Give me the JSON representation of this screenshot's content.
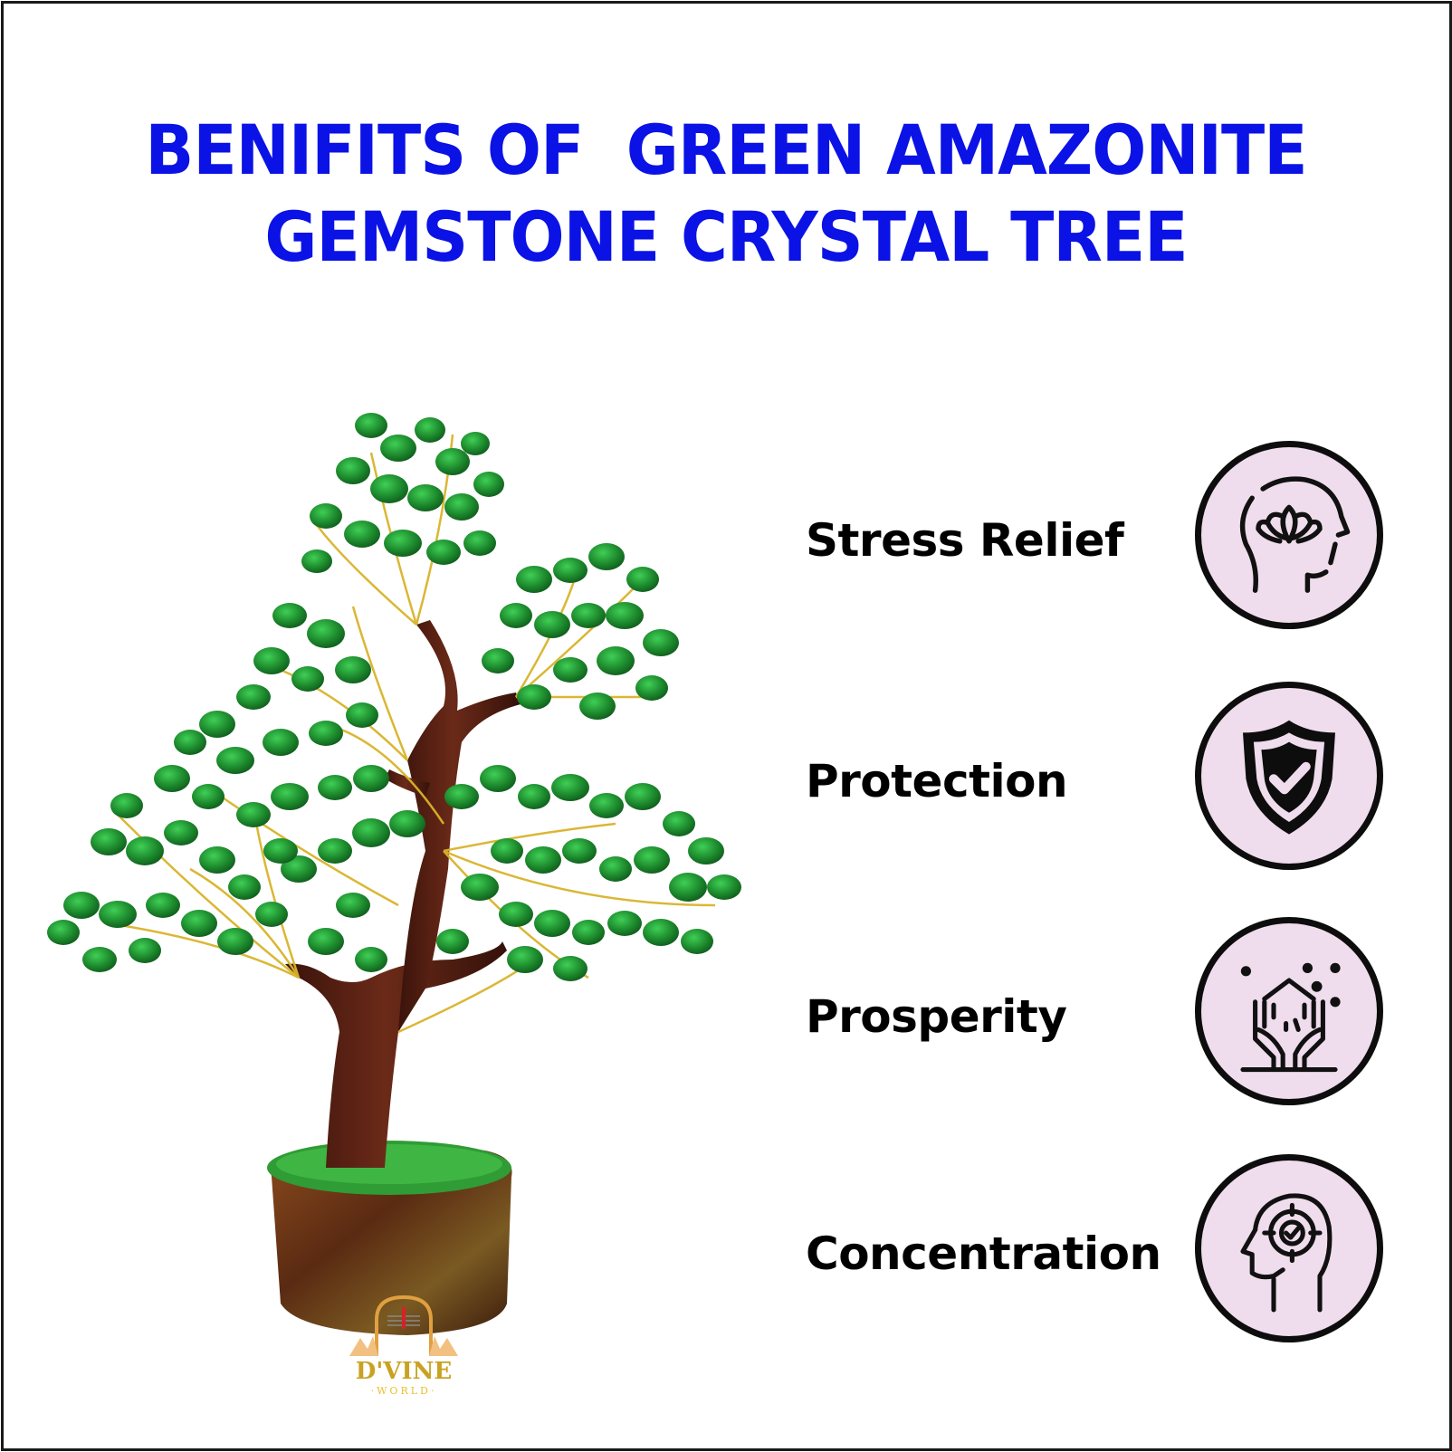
{
  "title": {
    "line1": "BENIFITS OF  GREEN AMAZONITE",
    "line2": "GEMSTONE CRYSTAL TREE",
    "color": "#0a12e6"
  },
  "product": {
    "image": "green-amazonite-gemstone-tree",
    "leaf_color": "#1f8a2e",
    "trunk_color": "#4a1c10",
    "wire_color": "#d9b42a"
  },
  "benefits": [
    {
      "label": "Stress Relief",
      "icon": "head-lotus-icon"
    },
    {
      "label": "Protection",
      "icon": "shield-check-icon"
    },
    {
      "label": "Prosperity",
      "icon": "hands-house-icon"
    },
    {
      "label": "Concentration",
      "icon": "head-target-icon"
    }
  ],
  "logo": {
    "brand": "D'VINE",
    "sub": "·WORLD·"
  },
  "colors": {
    "icon_bg": "#efdcec",
    "icon_border": "#0d0d0d",
    "frame": "#1a1a1a"
  }
}
